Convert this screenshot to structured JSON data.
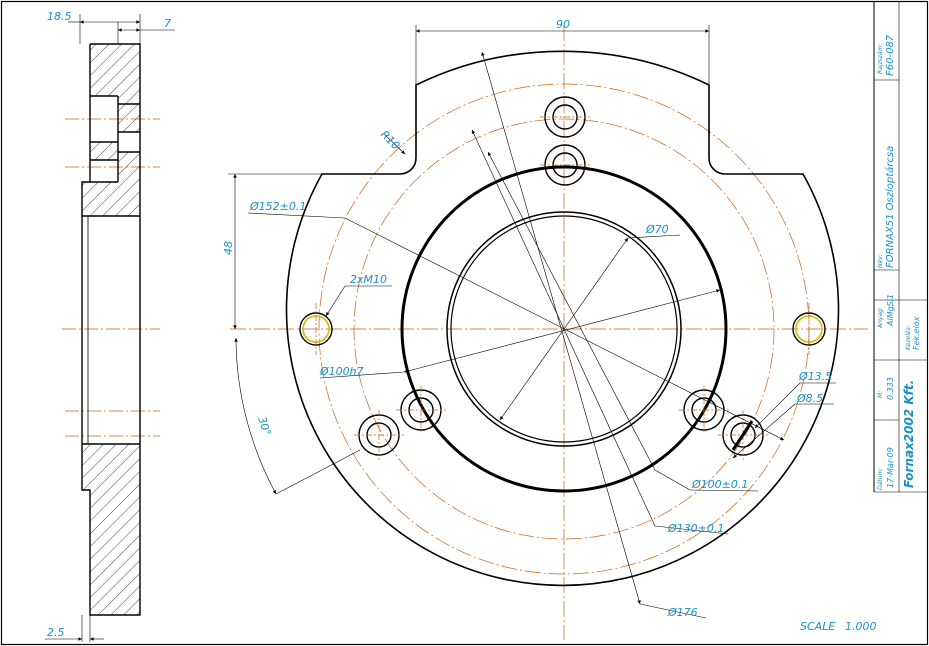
{
  "title_block": {
    "drawing_number_label": "Rajzszám:",
    "drawing_number": "F60-087",
    "name_label": "Név:",
    "name": "FORNAX51 Oszloptárcsa",
    "material_label": "Anyag:",
    "material": "AlMgSi1",
    "surface_label": "Kezelés:",
    "surface": "Fek.elox",
    "weight_label": "M:",
    "weight": "0.333",
    "date_label": "Dátum:",
    "date": "17-Mar-09",
    "company": "Fornax2002 Kft."
  },
  "scale": {
    "label": "SCALE",
    "value": "1.000"
  },
  "side_view": {
    "dim_top_left": "18.5",
    "dim_top_right": "7",
    "dim_bottom": "2.5"
  },
  "front_view": {
    "dim_width": "90",
    "dim_radius": "R10",
    "dim_height": "48",
    "dim_angle": "30°",
    "dim_d152": "Ø152±0.1",
    "dim_thread": "2xM10",
    "dim_d70": "Ø70",
    "dim_d100h7": "Ø100h7",
    "dim_d13_5": "Ø13.5",
    "dim_d8_5": "Ø8.5",
    "dim_d100": "Ø100±0.1",
    "dim_d130": "Ø130±0.1",
    "dim_d176": "Ø176"
  },
  "colors": {
    "outline": "#000000",
    "dimension": "#1a8fc9",
    "centerline": "#c86414",
    "thread_hole": "#d4c21a"
  }
}
